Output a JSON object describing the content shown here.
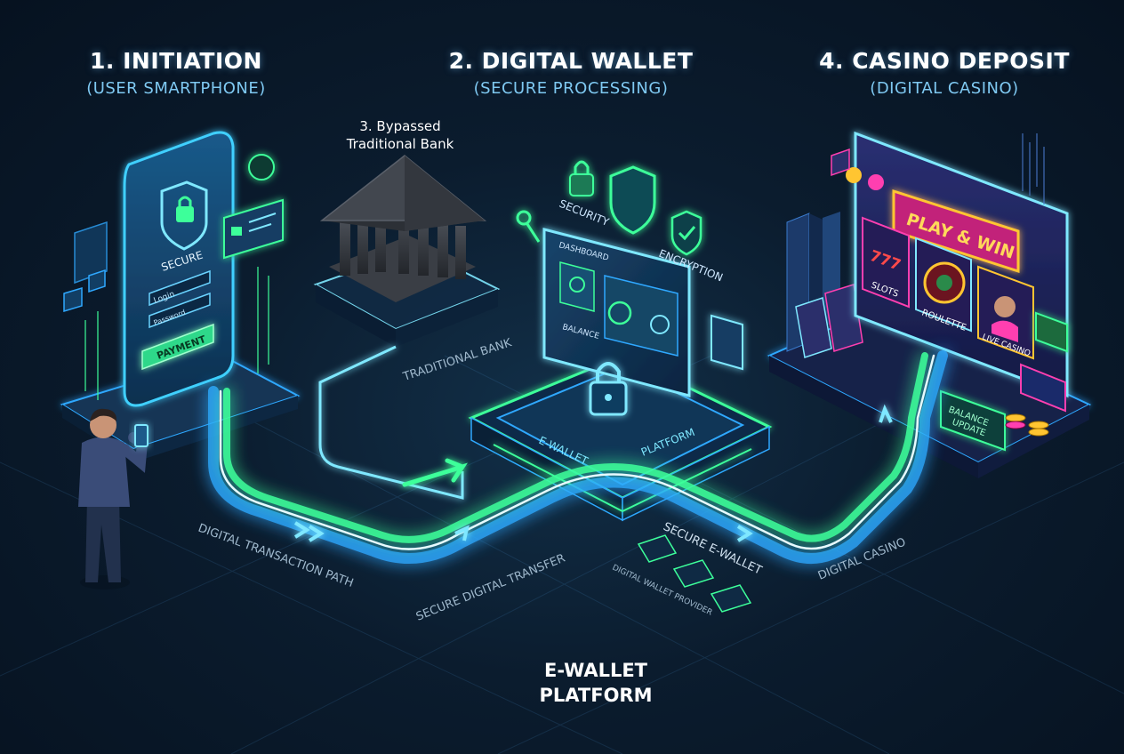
{
  "steps": {
    "initiation": {
      "title": "1. INITIATION",
      "subtitle": "(USER SMARTPHONE)"
    },
    "wallet": {
      "title": "2. DIGITAL WALLET",
      "subtitle": "(SECURE PROCESSING)"
    },
    "bank": {
      "line1": "3. Bypassed",
      "line2": "Traditional Bank"
    },
    "casino": {
      "title": "4. CASINO DEPOSIT",
      "subtitle": "(DIGITAL CASINO)"
    }
  },
  "phone": {
    "secure": "SECURE",
    "login": "Login",
    "password": "Password",
    "payment": "PAYMENT"
  },
  "bank_platform_label": "TRADITIONAL BANK",
  "wallet_panel": {
    "security": "SECURITY",
    "encryption": "ENCRYPTION",
    "dashboard": "DASHBOARD",
    "balance": "BALANCE",
    "base_left": "E-WALLET",
    "base_right": "PLATFORM"
  },
  "casino_screen": {
    "banner": "PLAY & WIN",
    "slots": "SLOTS",
    "slot_digits": "777",
    "roulette": "ROULETTE",
    "live_casino": "LIVE CASINO",
    "balance_line1": "BALANCE",
    "balance_line2": "UPDATE"
  },
  "path_labels": {
    "digital_transaction_path": "DIGITAL TRANSACTION PATH",
    "secure_digital_transfer": "SECURE DIGITAL TRANSFER",
    "secure_ewallet": "SECURE E-WALLET",
    "digital_wallet_provider": "DIGITAL WALLET PROVIDER",
    "digital_casino": "DIGITAL CASINO"
  },
  "bottom_label": {
    "line1": "E-WALLET",
    "line2": "PLATFORM"
  },
  "colors": {
    "background": "#0b1c2e",
    "neon_blue": "#2fa8ff",
    "neon_green": "#3dff9a",
    "cyan": "#7fe8ff",
    "magenta": "#ff3fb0",
    "gold": "#ffc531"
  }
}
